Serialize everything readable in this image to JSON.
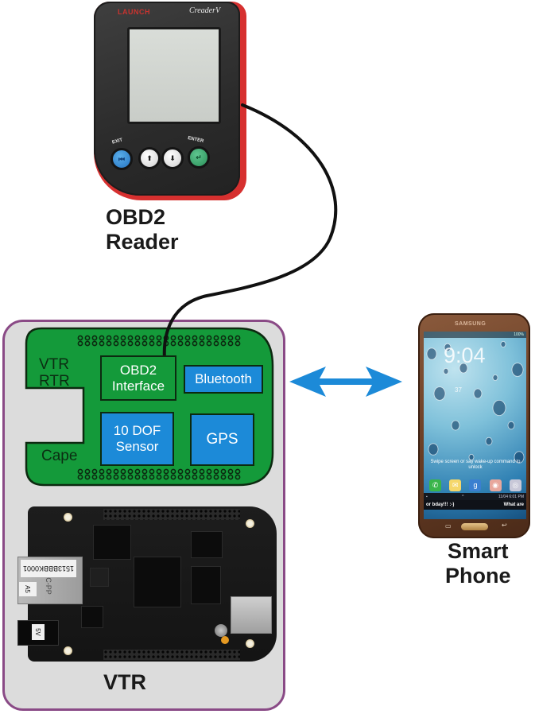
{
  "obd2_reader": {
    "brand": "LAUNCH",
    "model": "CreaderV",
    "buttons": [
      {
        "label": "EXIT",
        "glyph": "⏮"
      },
      {
        "label": "",
        "glyph": "⬆"
      },
      {
        "label": "",
        "glyph": "⬇"
      },
      {
        "label": "ENTER",
        "glyph": "↵"
      }
    ],
    "caption_line1": "OBD2",
    "caption_line2": "Reader"
  },
  "vtr": {
    "cape": {
      "label_line1": "VTR",
      "label_line2": "RTR",
      "label_line3": "Cape",
      "modules": {
        "obd2_interface_line1": "OBD2",
        "obd2_interface_line2": "Interface",
        "bluetooth": "Bluetooth",
        "dof_line1": "10 DOF",
        "dof_line2": "Sensor",
        "gps": "GPS"
      }
    },
    "board": {
      "ethernet_sticker": "1513BBBK0001",
      "ethernet_tag": "A5",
      "ethernet_mark": "C-PP",
      "power_label": "5V"
    },
    "caption": "VTR"
  },
  "link": {
    "type": "bidirectional-arrow",
    "color": "#1c8ad8"
  },
  "smart_phone": {
    "brand": "SAMSUNG",
    "status": "100%",
    "clock": "9:04",
    "date": "37",
    "unlock_text": "Swipe screen or say wake-up command to unlock",
    "nav_time": "11/04 6:01 PM",
    "ticker_left": "or bday!!! :-)",
    "ticker_right": "What are",
    "caption_line1": "Smart",
    "caption_line2": "Phone"
  },
  "colors": {
    "cape_green": "#149a3a",
    "module_blue": "#1c8ad8",
    "vtr_border": "#8a4a86",
    "vtr_fill": "#dcdcdc",
    "reader_red": "#d6302f"
  }
}
